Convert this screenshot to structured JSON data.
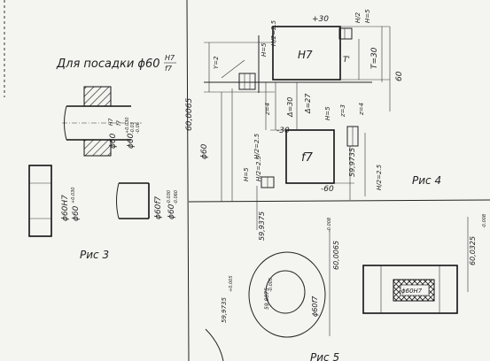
{
  "fig3": {
    "title": "Для посадки ϕ60",
    "title_frac_top": "H7",
    "title_frac_bottom": "f7",
    "shaft_fit_label": "ϕ60",
    "shaft_fit_top": "H7",
    "shaft_fit_bottom": "f7",
    "shaft_tol": "ϕ60",
    "shaft_tol_upper": "+0.030",
    "shaft_tol_mid": "-0.03",
    "shaft_tol_lower": "-0.06",
    "hole_label": "ϕ60H7",
    "hole_tol": "ϕ60",
    "hole_tol_upper": "+0.030",
    "shaft_label": "ϕ60f7",
    "shaft_tol2": "ϕ60",
    "shaft_tol2_upper": "-0.030",
    "shaft_tol2_lower": "-0.060",
    "caption": "Рис 3"
  },
  "fig4": {
    "h7_label": "H7",
    "f7_label": "f7",
    "plus30": "+30",
    "minus30": "-30",
    "minus60": "-60",
    "T_prime": "T'",
    "T30": "T=30",
    "sixty": "60",
    "Y2": "Y=2",
    "H5_left": "H=5",
    "H2_left": "H/2=2.5",
    "H2_top": "H/2",
    "H5_top": "H=5",
    "z4_left": "z=4",
    "delta30": "Δ=30",
    "delta27": "Δ=27",
    "H5_right": "H=5",
    "z3": "z=3",
    "z4_right": "z=4",
    "H2_mid": "H/2=2.5",
    "phi60": "ϕ60",
    "d600065": "60,0065",
    "H5_low": "H=5",
    "H2_low": "H/2=2.5",
    "d599735": "59,9735",
    "d599375": "59,9375",
    "H2_low_right": "H/2=2.5",
    "caption": "Рис 4"
  },
  "fig5": {
    "ring_upper": "+0.005",
    "ring_lower": "-0.005",
    "d599735": "59,9735",
    "d598075": "59,8075",
    "phi60f7": "ϕ60f7",
    "d600065_tol": "60,0065",
    "d600065_tol_sub": "-0.008",
    "d600325": "60,0325",
    "d600325_sub": "-0.008",
    "phi60h7": "ϕ60H7",
    "caption": "Рис 5"
  }
}
